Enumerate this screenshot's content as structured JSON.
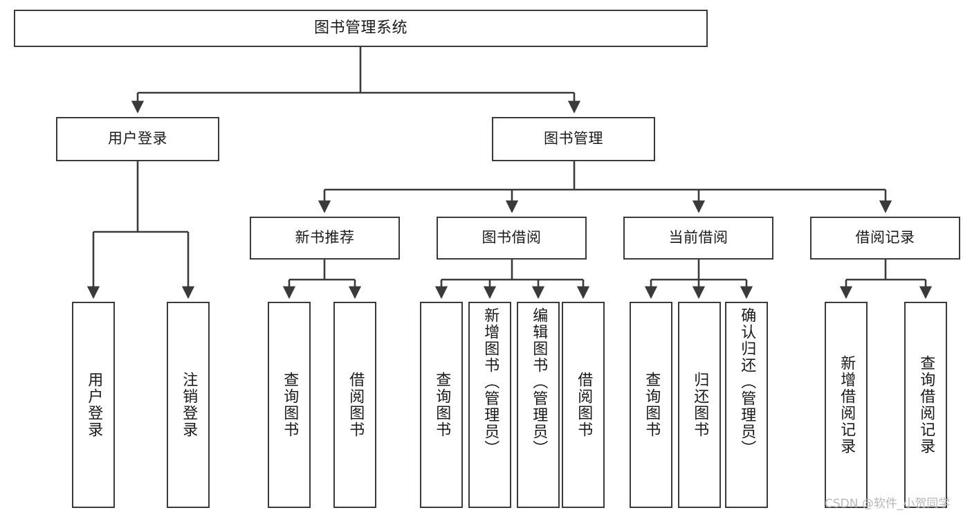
{
  "diagram": {
    "type": "tree",
    "title": "图书管理系统",
    "orientation": "top-down",
    "watermark": "CSDN @软件_小贺同学",
    "colors": {
      "box_border": "#3a3a3a",
      "box_fill": "#ffffff",
      "edge": "#3a3a3a",
      "text": "#1a1a1a",
      "watermark": "#b8b8b8",
      "background": "#ffffff"
    },
    "root": {
      "id": "root",
      "label": "图书管理系统"
    },
    "level2": [
      {
        "id": "user-login",
        "label": "用户登录"
      },
      {
        "id": "book-manage",
        "label": "图书管理"
      }
    ],
    "level3": [
      {
        "id": "new-book-rec",
        "label": "新书推荐",
        "parent": "book-manage"
      },
      {
        "id": "book-borrow",
        "label": "图书借阅",
        "parent": "book-manage"
      },
      {
        "id": "current-borrow",
        "label": "当前借阅",
        "parent": "book-manage"
      },
      {
        "id": "borrow-record",
        "label": "借阅记录",
        "parent": "book-manage"
      }
    ],
    "leaves": [
      {
        "id": "leaf-user-login",
        "label": "用户登录",
        "parent": "user-login"
      },
      {
        "id": "leaf-user-logout",
        "label": "注销登录",
        "parent": "user-login"
      },
      {
        "id": "leaf-query-book-1",
        "label": "查询图书",
        "parent": "new-book-rec"
      },
      {
        "id": "leaf-borrow-book-1",
        "label": "借阅图书",
        "parent": "new-book-rec"
      },
      {
        "id": "leaf-query-book-2",
        "label": "查询图书",
        "parent": "book-borrow"
      },
      {
        "id": "leaf-add-book",
        "label": "新增图书（管理员）",
        "parent": "book-borrow"
      },
      {
        "id": "leaf-edit-book",
        "label": "编辑图书（管理员）",
        "parent": "book-borrow"
      },
      {
        "id": "leaf-borrow-book-2",
        "label": "借阅图书",
        "parent": "book-borrow"
      },
      {
        "id": "leaf-query-book-3",
        "label": "查询图书",
        "parent": "current-borrow"
      },
      {
        "id": "leaf-return-book",
        "label": "归还图书",
        "parent": "current-borrow"
      },
      {
        "id": "leaf-confirm-return",
        "label": "确认归还（管理员）",
        "parent": "current-borrow"
      },
      {
        "id": "leaf-add-record",
        "label": "新增借阅记录",
        "parent": "borrow-record"
      },
      {
        "id": "leaf-query-record",
        "label": "查询借阅记录",
        "parent": "borrow-record"
      }
    ]
  }
}
